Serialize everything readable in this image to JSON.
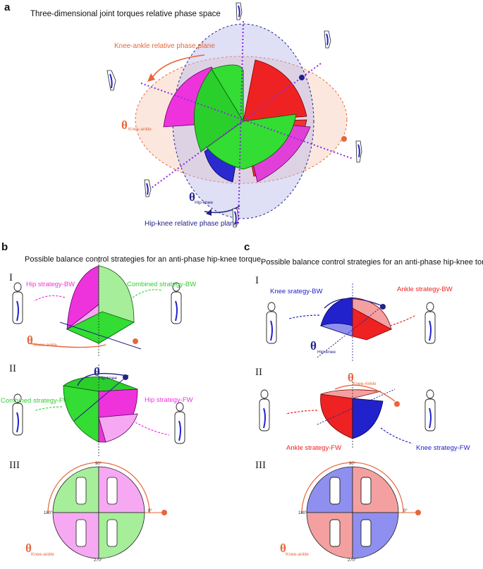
{
  "panels": {
    "a": {
      "letter": "a",
      "title": "Three-dimensional joint torques relative phase space",
      "knee_ankle_plane": "Knee-ankle relative phase plane",
      "hip_knee_plane": "Hip-knee relative phase plane",
      "theta_knee_ankle_sub": "Knee-ankle",
      "theta_hip_knee_sub": "Hip-knee",
      "theta_symbol": "θ"
    },
    "b": {
      "letter": "b",
      "title": "Possible balance control strategies for an anti-phase hip-knee torque",
      "rows": [
        "I",
        "II",
        "III"
      ],
      "I": {
        "left": "Hip strategy-BW",
        "right": "Combined strategy-BW",
        "theta_sub": "Knee-ankle"
      },
      "II": {
        "left": "Combined strategy-FW",
        "right": "Hip strategy-FW",
        "theta_sub": "Hip-knee"
      },
      "III": {
        "theta_sub": "Knee-ankle",
        "ticks": [
          "90°",
          "180°",
          "0°",
          "270°"
        ]
      }
    },
    "c": {
      "letter": "c",
      "title": "Possible balance control strategies for an anti-phase hip-knee torque",
      "rows": [
        "I",
        "II",
        "III"
      ],
      "I": {
        "left": "Knee srategy-BW",
        "right": "Ankle strategy-BW",
        "theta_sub": "Hip-knee"
      },
      "II": {
        "left": "Ankle strategy-FW",
        "right": "Knee strategy-FW",
        "theta_sub": "Knee-Ankle"
      },
      "III": {
        "theta_sub": "Knee-ankle",
        "ticks": [
          "90°",
          "180°",
          "0°",
          "270°"
        ]
      }
    }
  },
  "colors": {
    "green": "#33dd33",
    "magenta": "#ee33dd",
    "red": "#ee2222",
    "blue": "#2222cc",
    "orange": "#e8663a",
    "navy": "#22228a",
    "purple": "#8a2be2",
    "pink_fill": "#f6a9f2",
    "green_fill": "#a6ee9a",
    "blue_fill": "#8f8ff0",
    "red_fill": "#f5a0a0"
  }
}
